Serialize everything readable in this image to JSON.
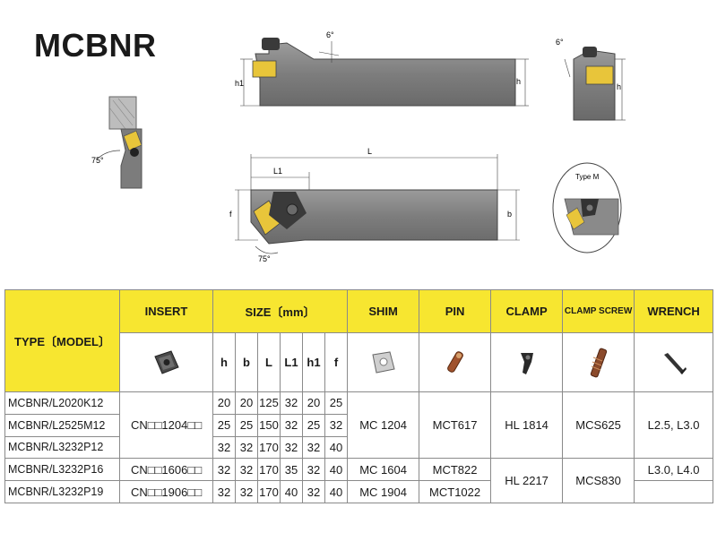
{
  "title": "MCBNR",
  "drawing": {
    "angle_top": "6°",
    "angle_side": "6°",
    "angle_small": "75°",
    "angle_bottom": "75°",
    "dim_h1": "h1",
    "dim_h": "h",
    "dim_h_side": "h",
    "dim_L": "L",
    "dim_L1": "L1",
    "dim_f": "f",
    "dim_b": "b",
    "type_m": "Type M"
  },
  "table": {
    "headers": {
      "type": "TYPE〔MODEL〕",
      "insert": "INSERT",
      "size": "SIZE〔mm〕",
      "shim": "SHIM",
      "pin": "PIN",
      "clamp": "CLAMP",
      "clamp_screw": "CLAMP SCREW",
      "wrench": "WRENCH"
    },
    "dims": [
      "h",
      "b",
      "L",
      "L1",
      "h1",
      "f"
    ],
    "rows": [
      {
        "model": "MCBNR/L2020K12",
        "h": "20",
        "b": "20",
        "L": "125",
        "L1": "32",
        "h1": "20",
        "f": "25"
      },
      {
        "model": "MCBNR/L2525M12",
        "h": "25",
        "b": "25",
        "L": "150",
        "L1": "32",
        "h1": "25",
        "f": "32"
      },
      {
        "model": "MCBNR/L3232P12",
        "h": "32",
        "b": "32",
        "L": "170",
        "L1": "32",
        "h1": "32",
        "f": "40"
      },
      {
        "model": "MCBNR/L3232P16",
        "h": "32",
        "b": "32",
        "L": "170",
        "L1": "35",
        "h1": "32",
        "f": "40"
      },
      {
        "model": "MCBNR/L3232P19",
        "h": "32",
        "b": "32",
        "L": "170",
        "L1": "40",
        "h1": "32",
        "f": "40"
      }
    ],
    "groups": {
      "insert_1204": "CN□□1204□□",
      "insert_1606": "CN□□1606□□",
      "insert_1906": "CN□□1906□□",
      "shim_1204": "MC 1204",
      "shim_1604": "MC 1604",
      "shim_1904": "MC 1904",
      "pin_617": "MCT617",
      "pin_822": "MCT822",
      "pin_1022": "MCT1022",
      "clamp_1814": "HL 1814",
      "clamp_2217": "HL 2217",
      "screw_625": "MCS625",
      "screw_830": "MCS830",
      "wrench_a": "L2.5, L3.0",
      "wrench_b": "L3.0, L4.0"
    }
  },
  "colors": {
    "header_yellow": "#f7e630",
    "holder_gray": "#7a7a7a",
    "insert_gold": "#e8c53a"
  }
}
